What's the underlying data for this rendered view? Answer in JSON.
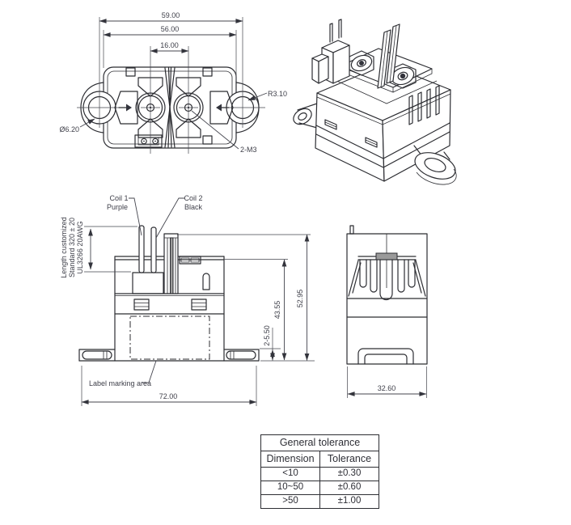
{
  "top_view": {
    "dim_overall": "59.00",
    "dim_body": "56.00",
    "dim_terminal_pitch": "16.00",
    "ear_radius": "R3.10",
    "hole_diameter": "Ø6.20",
    "thread_note": "2-M3"
  },
  "front_view": {
    "coil1": "Coil 1",
    "coil1_color": "Purple",
    "coil2": "Coil 2",
    "coil2_color": "Black",
    "wire_note_1": "Length customized",
    "wire_note_2": "Standard 320 ± 20",
    "wire_note_3": "UL3266 20AWG",
    "height_body": "43.55",
    "height_total": "52.95",
    "flange_thickness": "2-5.50",
    "label_area": "Label marking area",
    "width": "72.00"
  },
  "side_view": {
    "depth": "32.60"
  },
  "tolerance_table": {
    "title": "General tolerance",
    "col_dimension": "Dimension",
    "col_tolerance": "Tolerance",
    "rows": [
      {
        "dimension": "<10",
        "tolerance": "±0.30"
      },
      {
        "dimension": "10~50",
        "tolerance": "±0.60"
      },
      {
        "dimension": ">50",
        "tolerance": "±1.00"
      }
    ]
  }
}
